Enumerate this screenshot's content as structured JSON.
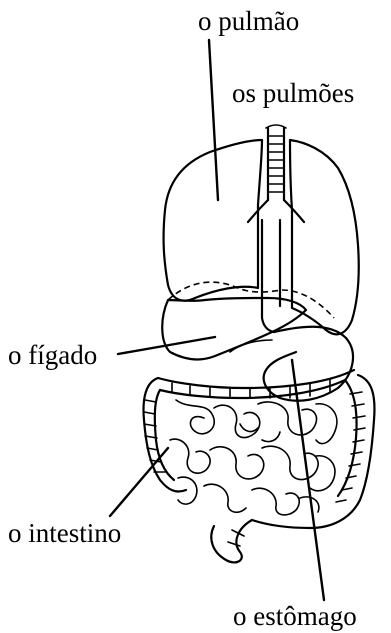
{
  "diagram": {
    "labels": {
      "pulmao": "o pulmão",
      "pulmoes": "os pulmões",
      "figado": "o fígado",
      "intestino": "o intestino",
      "estomago": "o estômago"
    }
  }
}
